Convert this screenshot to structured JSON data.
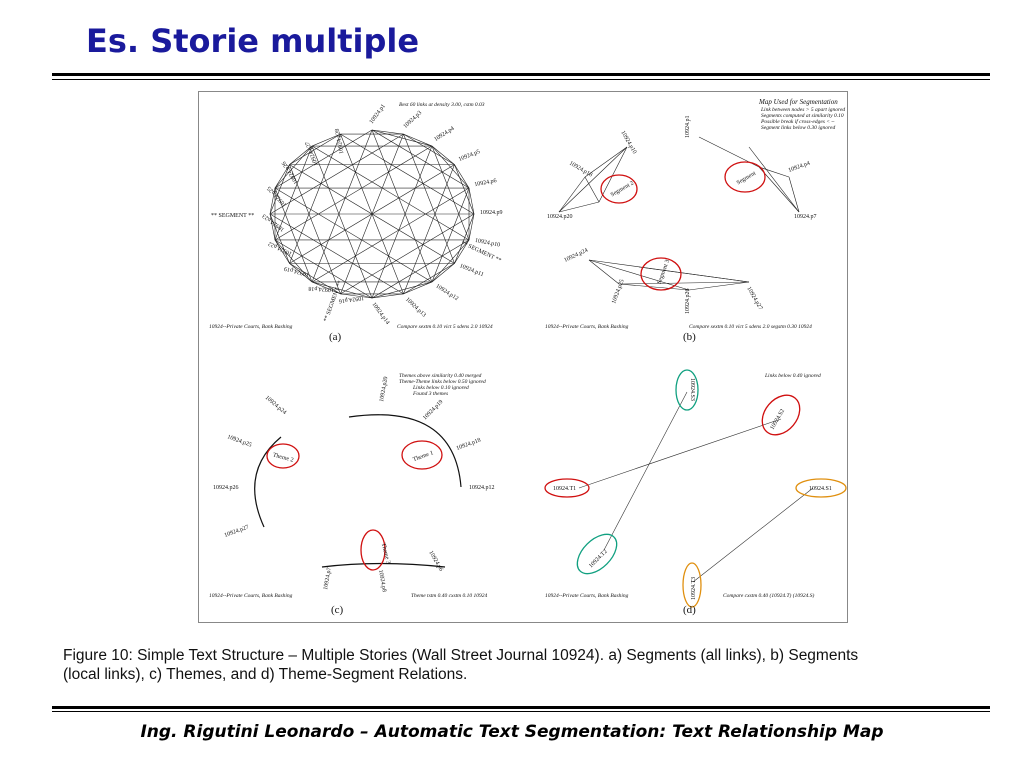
{
  "slide": {
    "title": "Es. Storie multiple",
    "caption_line1": "Figure 10:  Simple Text Structure – Multiple Stories (Wall Street Journal 10924).  a) Segments (all links), b) Segments",
    "caption_line2": "(local links), c) Themes, and d) Theme-Segment Relations.",
    "footer": "Ing. Rigutini Leonardo – Automatic Text Segmentation: Text Relationship Map"
  },
  "colors": {
    "title": "#1a1a9c",
    "red_ellipse": "#d01010",
    "green_ellipse": "#10a080",
    "orange_ellipse": "#e09010"
  },
  "figure": {
    "panel_a": {
      "label": "(a)",
      "header": "Best 60 links at density 3.00, cstm 0.03",
      "footer_left": "10924--Private Courts, Bank Bashing",
      "footer_right": "Compare sextm 0.10 vict 5 sdens 2.0 10924",
      "nodes": [
        "10924.p1",
        "10924.p3",
        "10924.p4",
        "10924.p5",
        "10924.p6",
        "10924.p9",
        "10924.p10",
        "10924.p11",
        "10924.p12",
        "10924.p13",
        "10924.p14",
        "10924.p16",
        "10924.p18",
        "10924.p19",
        "10924.p22",
        "10924.p23",
        "10924.p25",
        "10924.p26",
        "10924.p27",
        "10924.p28"
      ],
      "segment_markers": [
        "** SEGMENT **",
        "** SEGMENT **",
        "** SEGMENT **"
      ]
    },
    "panel_b": {
      "label": "(b)",
      "header_lines": [
        "Map Used for Segmentation",
        "Link between nodes > 5 apart ignored",
        "Segments computed at similarity 0.10",
        "Possible break if cross-edges < ~",
        "Segment links below 0.30 ignored"
      ],
      "segments": [
        "Segment 2",
        "Segment",
        "Segment 3"
      ],
      "nodes": [
        "10924.p10",
        "10924.p18",
        "10924.p20",
        "10924.p1",
        "10924.p4",
        "10924.p7",
        "10924.p24",
        "10924.p25",
        "10924.p26",
        "10924.p27"
      ],
      "footer_left": "10924--Private Courts, Bank Bashing",
      "footer_right": "Compare sextm 0.10 vict 5 sdens 2.0 segstm 0.30 10924"
    },
    "panel_c": {
      "label": "(c)",
      "header_lines": [
        "Themes above similarity 0.40 merged",
        "Theme-Theme links below 0.50 ignored",
        "Links below 0.10 ignored",
        "Found 3 themes"
      ],
      "themes": [
        "Theme 2",
        "Theme 1",
        "Theme 3"
      ],
      "nodes": [
        "10924.p24",
        "10924.p25",
        "10924.p26",
        "10924.p27",
        "10924.p20",
        "10924.p19",
        "10924.p18",
        "10924.p12",
        "10924.p7",
        "10924.p8",
        "10924.p6"
      ],
      "footer_left": "10924--Private Courts, Bank Bashing",
      "footer_right": "Theme tstm 0.40 cxstm 0.10 10924"
    },
    "panel_d": {
      "label": "(d)",
      "header": "Links below 0.40 ignored",
      "nodes": [
        "10924.S3",
        "10924.S2",
        "10924.T1",
        "10924.S1",
        "10924.T2",
        "10924.T3"
      ],
      "footer_left": "10924--Private Courts, Bank Bashing",
      "footer_right": "Compare cxstm 0.40 (10924.T) (10924.S)"
    }
  }
}
